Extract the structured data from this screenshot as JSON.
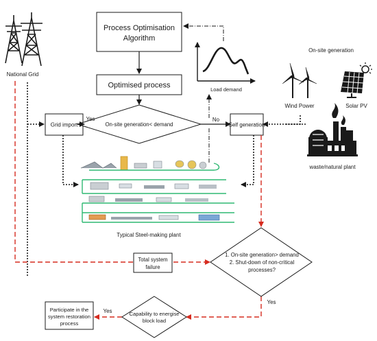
{
  "nodes": {
    "national_grid": "National Grid",
    "algorithm_line1": "Process Optimisation",
    "algorithm_line2": "Algorithm",
    "optimised_process": "Optimised process",
    "load_demand": "Load demand",
    "onsite_title": "On-site generation",
    "wind_power": "Wind Power",
    "solar_pv": "Solar PV",
    "waste_plant": "waste/natural plant",
    "grid_import": "Grid import",
    "decision1": "On-site generation< demand",
    "self_generation": "Self generation",
    "steel_plant": "Typical Steel-making plant",
    "total_failure_line1": "Total system",
    "total_failure_line2": "failure",
    "decision2_line1": "1. On-site generation> demand",
    "decision2_line2": "2. Shut-down of non-critical",
    "decision2_line3": "processes?",
    "capability_line1": "Capability to energise",
    "capability_line2": "block load",
    "participate_line1": "Participate in the",
    "participate_line2": "system restoration",
    "participate_line3": "process"
  },
  "edge_labels": {
    "yes_left": "Yes",
    "no_right": "No",
    "yes_bottom": "Yes",
    "yes_final": "Yes"
  },
  "colors": {
    "red_arrow": "#d62b1f",
    "black": "#1a1a1a",
    "plant_green": "#2eb872",
    "plant_gray": "#9aa3ab"
  }
}
